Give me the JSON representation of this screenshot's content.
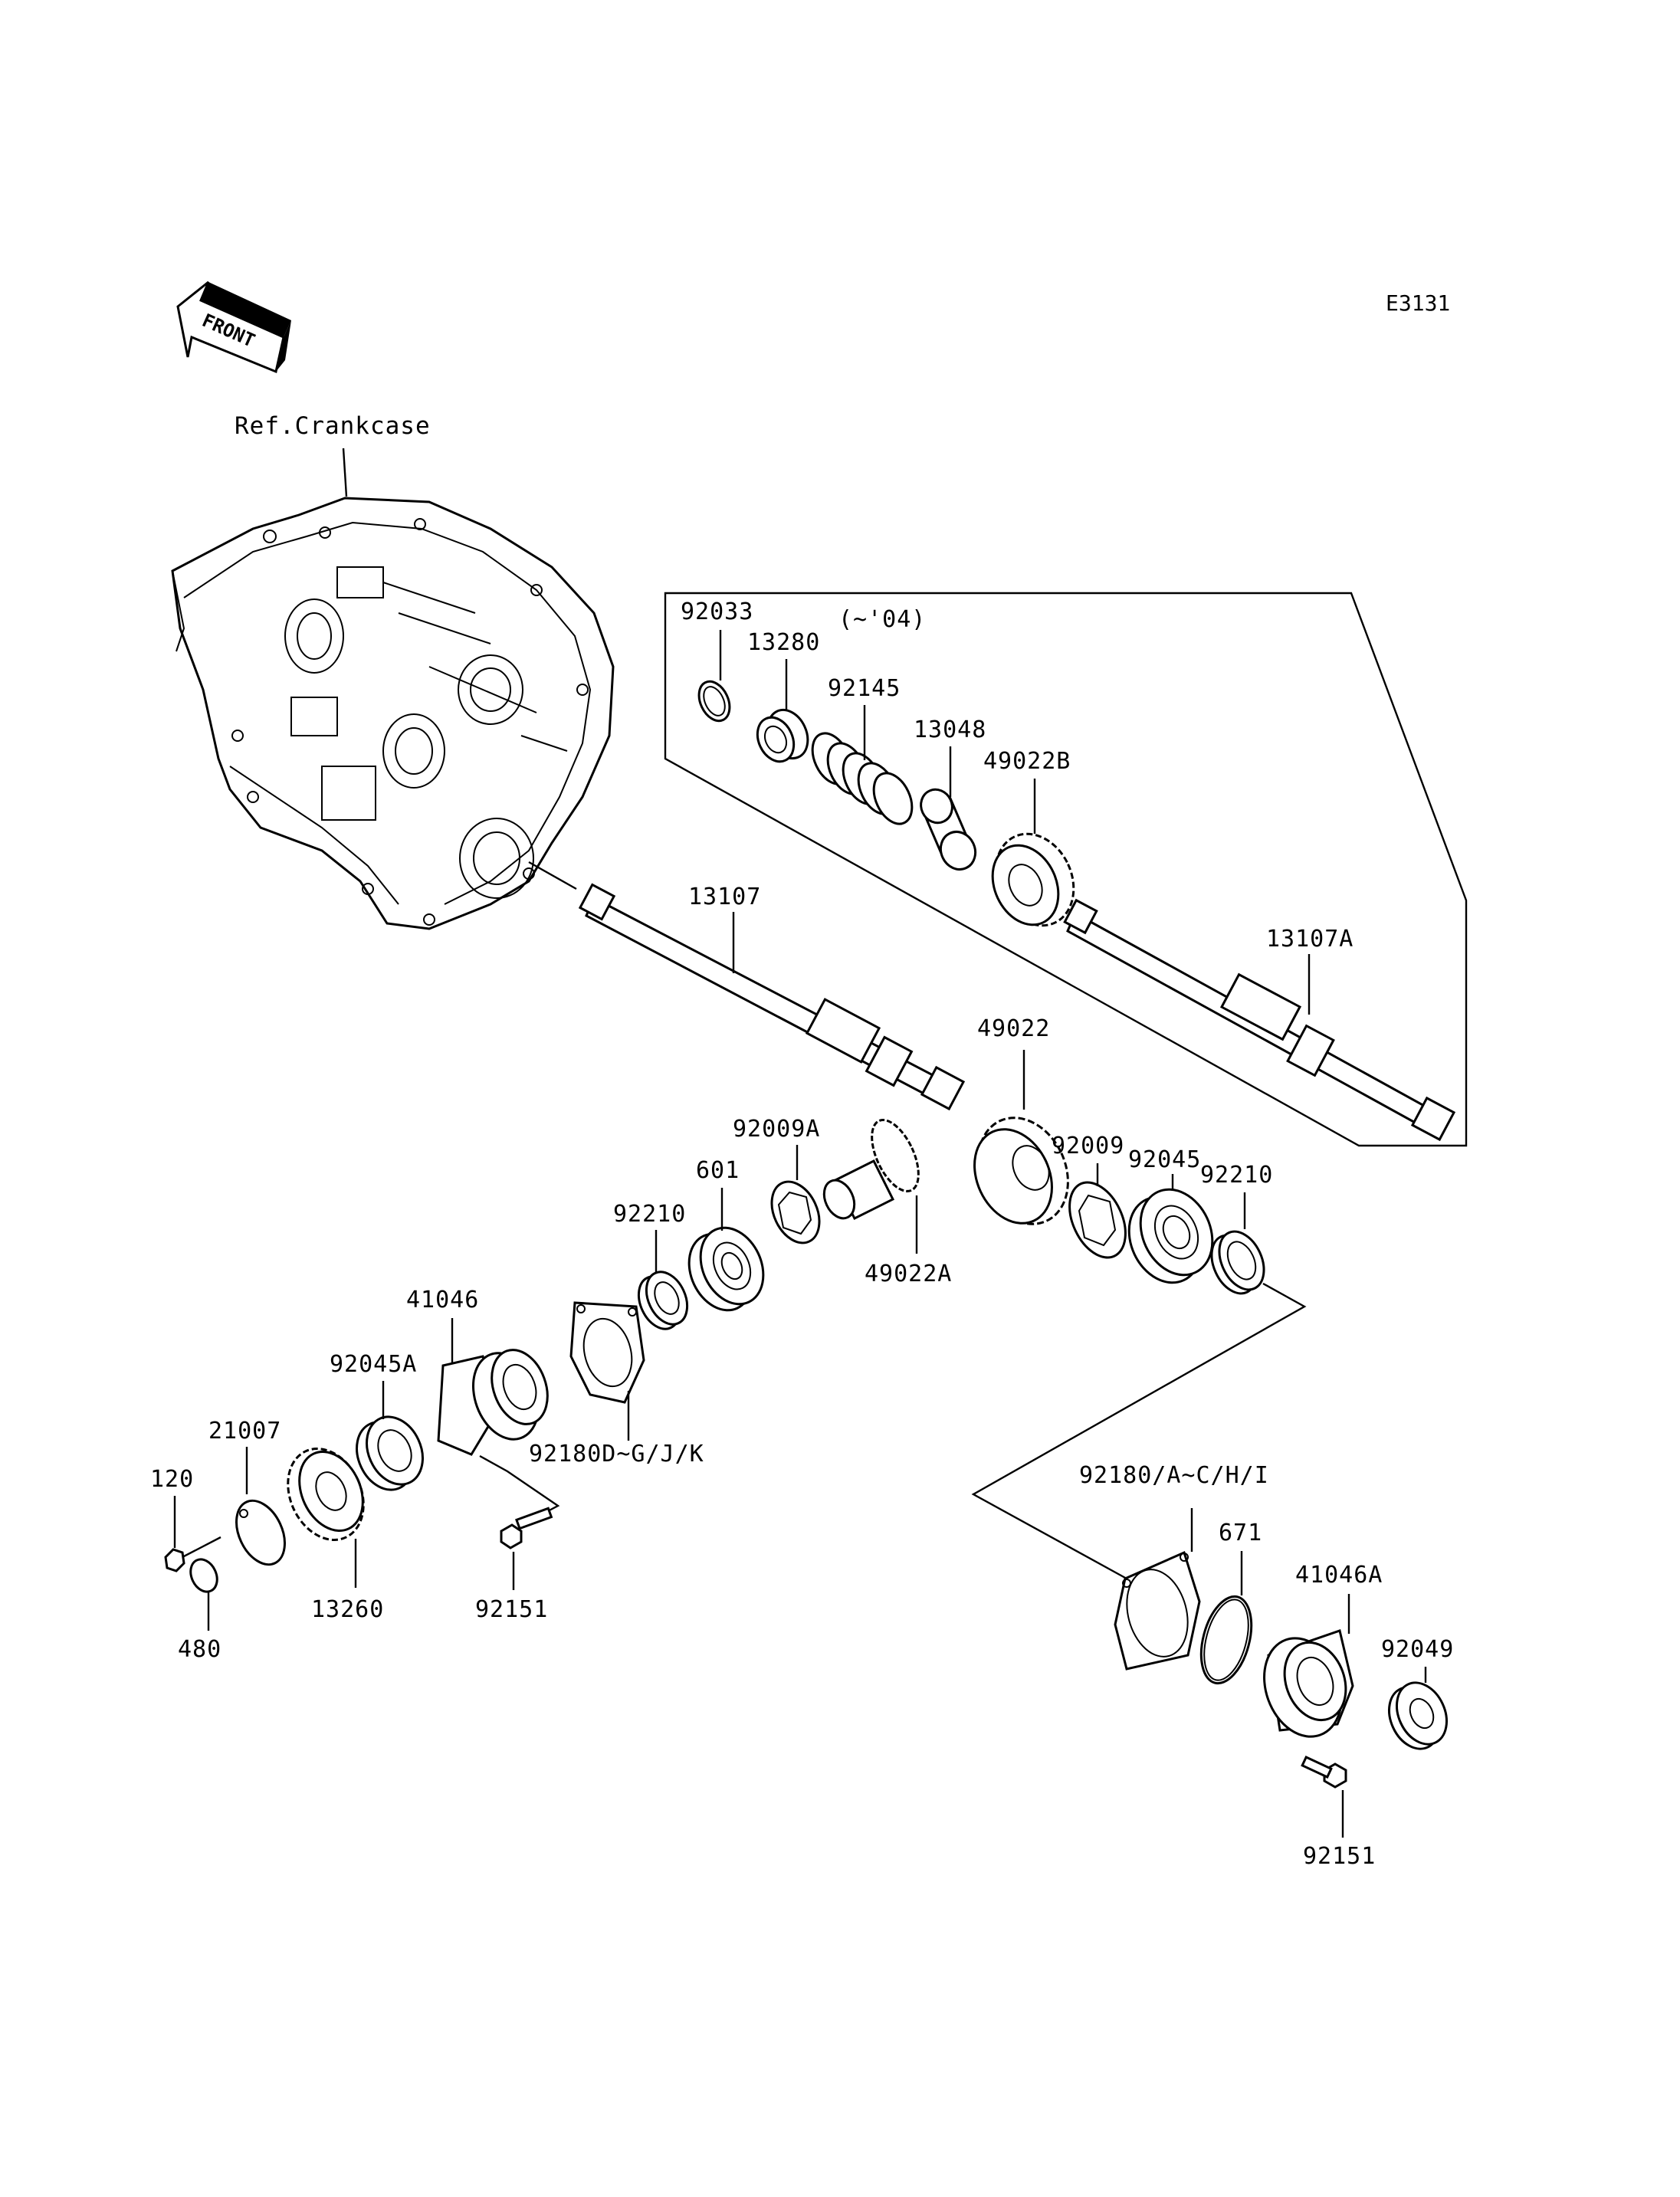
{
  "diagram_code": "E3131",
  "front_label": "FRONT",
  "reference": "Ref.Crankcase",
  "kit_note": "(~'04)",
  "labels": {
    "p92033": "92033",
    "p13280": "13280",
    "p92145": "92145",
    "p13048": "13048",
    "p49022B": "49022B",
    "p13107A": "13107A",
    "p13107": "13107",
    "p49022": "49022",
    "p92009": "92009",
    "p92045": "92045",
    "p92210r": "92210",
    "p92009A": "92009A",
    "p601": "601",
    "p92210l": "92210",
    "p49022A": "49022A",
    "p41046": "41046",
    "p92045A": "92045A",
    "p21007": "21007",
    "p120": "120",
    "p480": "480",
    "p13260": "13260",
    "p92151l": "92151",
    "p92180DGJK": "92180D~G/J/K",
    "p92180ACHI": "92180/A~C/H/I",
    "p671": "671",
    "p41046A": "41046A",
    "p92049": "92049",
    "p92151r": "92151"
  }
}
